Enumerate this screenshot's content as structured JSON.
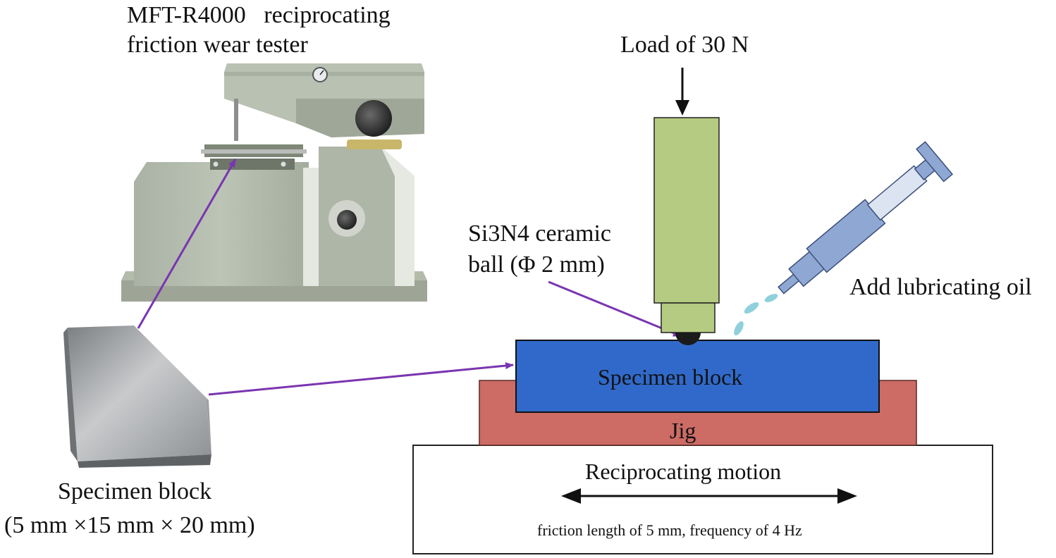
{
  "tester": {
    "title_line1": "MFT-R4000   reciprocating",
    "title_line2": "friction wear tester"
  },
  "load": {
    "label": "Load of 30 N"
  },
  "ball": {
    "label_line1": "Si3N4 ceramic",
    "label_line2": "ball (Φ 2 mm)"
  },
  "oil": {
    "label": "Add lubricating oil"
  },
  "specimen": {
    "block_label": "Specimen block",
    "photo_label_line1": "Specimen block",
    "photo_label_line2": "(5 mm ×15 mm × 20 mm)"
  },
  "jig": {
    "label": "Jig"
  },
  "motion": {
    "label": "Reciprocating motion",
    "detail": "friction length of 5 mm, frequency of 4 Hz"
  },
  "colors": {
    "rod": "#b5cb82",
    "specimen_block": "#3069c9",
    "jig": "#cd6b65",
    "pointer_arrow": "#7a35b0",
    "oil_drop": "#8fd0dc",
    "syringe": "#8fa8d3"
  }
}
